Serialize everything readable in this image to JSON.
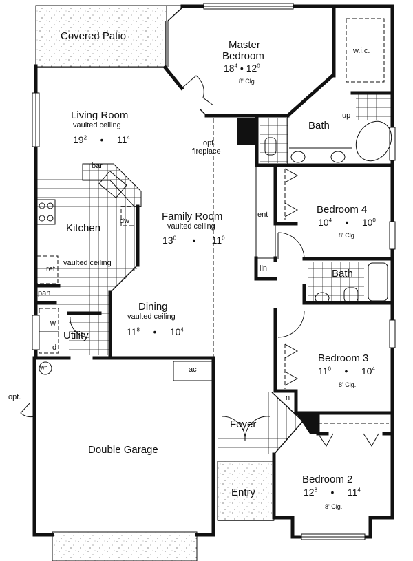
{
  "plan": {
    "rooms": {
      "covered_patio": {
        "name": "Covered Patio"
      },
      "master_bedroom": {
        "name_line1": "Master",
        "name_line2": "Bedroom",
        "dim_w": "18",
        "dim_w_in": "4",
        "dim_d": "12",
        "dim_d_in": "0",
        "ceiling": "8' Clg."
      },
      "wic": {
        "name": "w.i.c."
      },
      "master_bath": {
        "name": "Bath",
        "up": "up"
      },
      "living_room": {
        "name": "Living Room",
        "ceiling": "vaulted ceiling",
        "dim_w": "19",
        "dim_w_in": "2",
        "dim_d": "11",
        "dim_d_in": "4"
      },
      "fireplace": {
        "line1": "opt.",
        "line2": "fireplace"
      },
      "kitchen": {
        "name": "Kitchen",
        "ceiling": "vaulted ceiling",
        "bar": "bar",
        "dw": "dw",
        "ref": "ref",
        "pan": "pan"
      },
      "family_room": {
        "name": "Family Room",
        "ceiling": "vaulted ceiling",
        "dim_w": "13",
        "dim_w_in": "0",
        "dim_d": "11",
        "dim_d_in": "0"
      },
      "ent": {
        "name": "ent"
      },
      "lin": {
        "name": "lin"
      },
      "bedroom4": {
        "name": "Bedroom 4",
        "dim_w": "10",
        "dim_w_in": "4",
        "dim_d": "10",
        "dim_d_in": "0",
        "ceiling": "8' Clg."
      },
      "hall_bath": {
        "name": "Bath"
      },
      "dining": {
        "name": "Dining",
        "ceiling": "vaulted ceiling",
        "dim_w": "11",
        "dim_w_in": "8",
        "dim_d": "10",
        "dim_d_in": "4"
      },
      "utility": {
        "name": "Utility",
        "w": "w",
        "d": "d"
      },
      "wh": {
        "name": "wh"
      },
      "ac": {
        "name": "ac"
      },
      "bedroom3": {
        "name": "Bedroom 3",
        "dim_w": "11",
        "dim_w_in": "0",
        "dim_d": "10",
        "dim_d_in": "4",
        "ceiling": "8' Clg."
      },
      "niche": {
        "name": "n"
      },
      "garage": {
        "name": "Double Garage",
        "opt": "opt."
      },
      "foyer": {
        "name": "Foyer"
      },
      "entry": {
        "name": "Entry"
      },
      "bedroom2": {
        "name": "Bedroom 2",
        "dim_w": "12",
        "dim_w_in": "8",
        "dim_d": "11",
        "dim_d_in": "4",
        "ceiling": "8' Clg."
      }
    },
    "dot": "•"
  }
}
